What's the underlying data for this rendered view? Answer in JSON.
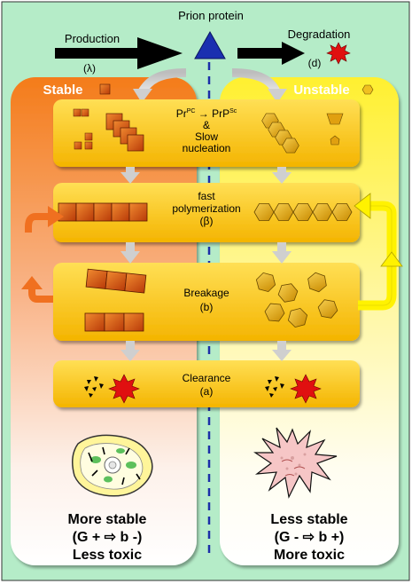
{
  "top": {
    "prion_protein": "Prion protein",
    "production": "Production",
    "production_rate": "(λ)",
    "degradation": "Degradation",
    "degradation_rate": "(d)"
  },
  "columns": {
    "stable_title": "Stable",
    "unstable_title": "Unstable",
    "stable_summary": [
      "More stable",
      "(G + ⇨ b -)",
      "Less toxic"
    ],
    "unstable_summary": [
      "Less stable",
      "(G - ⇨ b +)",
      "More toxic"
    ]
  },
  "stages": {
    "nucleation": {
      "line1_a": "Pr",
      "line1_a_sup": "PC",
      "line1_arrow": "→",
      "line1_b": "PrP",
      "line1_b_sup": "Sc",
      "line2": "&",
      "line3": "Slow",
      "line4": "nucleation"
    },
    "polymerization": {
      "line1": "fast",
      "line2": "polymerization",
      "line3": "(β)"
    },
    "breakage": {
      "line1": "Breakage",
      "line2": "(b)"
    },
    "clearance": {
      "line1": "Clearance",
      "line2": "(a)"
    }
  },
  "colors": {
    "stable_bg": "#f7861e",
    "unstable_bg": "#fff24a",
    "center_bg": "#b9eccb",
    "stage_fill": "#fcc91c",
    "block": "#d9541a",
    "hexagon": "#e0a010",
    "prion": "#1a2fb0",
    "burst": "#e01010"
  }
}
